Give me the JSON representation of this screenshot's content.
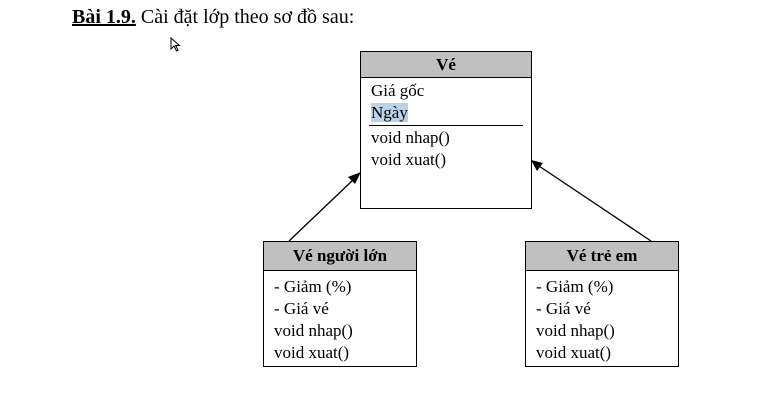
{
  "heading": {
    "number": "Bài 1.9.",
    "text": " Cài đặt lớp theo sơ đồ sau:"
  },
  "classes": {
    "base": {
      "name": "Vé",
      "attributes": [
        "Giá gốc",
        "Ngày"
      ],
      "methods": [
        "void nhap()",
        "void xuat()"
      ]
    },
    "adult": {
      "name": "Vé người lớn",
      "members": [
        "- Giảm (%)",
        "- Giá vé",
        "void nhap()",
        "void xuat()"
      ]
    },
    "child": {
      "name": "Vé trẻ em",
      "members": [
        "- Giảm (%)",
        "- Giá vé",
        "void nhap()",
        "void xuat()"
      ]
    }
  },
  "colors": {
    "header_fill": "#c0c0c0",
    "selection_highlight": "#bcd2e8"
  },
  "icons": [
    "mouse-pointer-icon"
  ]
}
